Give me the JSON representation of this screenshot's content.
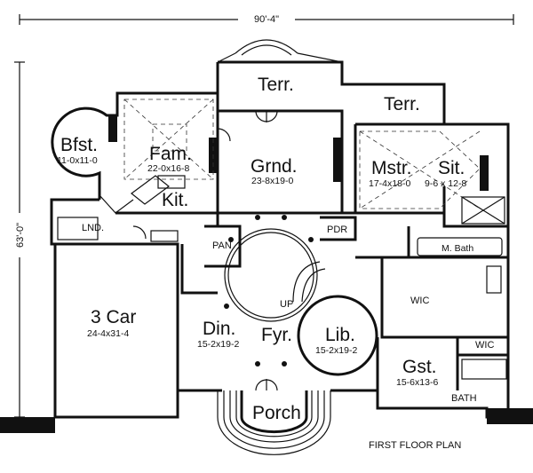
{
  "dimensions": {
    "width": "90'-4\"",
    "depth": "63'-0\""
  },
  "rooms": {
    "bfst": {
      "name": "Bfst.",
      "size": "11-0x11-0"
    },
    "fam": {
      "name": "Fam.",
      "size": "22-0x16-8"
    },
    "kit": {
      "name": "Kit."
    },
    "grnd": {
      "name": "Grnd.",
      "size": "23-8x19-0"
    },
    "mstr": {
      "name": "Mstr.",
      "size": "17-4x18-0"
    },
    "sit": {
      "name": "Sit.",
      "size": "9-6 x 12-8"
    },
    "terr1": {
      "name": "Terr."
    },
    "terr2": {
      "name": "Terr."
    },
    "lnd": {
      "name": "LND."
    },
    "pan": {
      "name": "PAN"
    },
    "pdr": {
      "name": "PDR"
    },
    "mbath": {
      "name": "M. Bath"
    },
    "garage": {
      "name": "3 Car",
      "size": "24-4x31-4"
    },
    "din": {
      "name": "Din.",
      "size": "15-2x19-2"
    },
    "fyr": {
      "name": "Fyr."
    },
    "lib": {
      "name": "Lib.",
      "size": "15-2x19-2"
    },
    "wic1": {
      "name": "WIC"
    },
    "wic2": {
      "name": "WIC"
    },
    "gst": {
      "name": "Gst.",
      "size": "15-6x13-6"
    },
    "bath": {
      "name": "BATH"
    },
    "porch": {
      "name": "Porch"
    },
    "up": {
      "name": "UP"
    }
  },
  "caption": "FIRST FLOOR PLAN"
}
